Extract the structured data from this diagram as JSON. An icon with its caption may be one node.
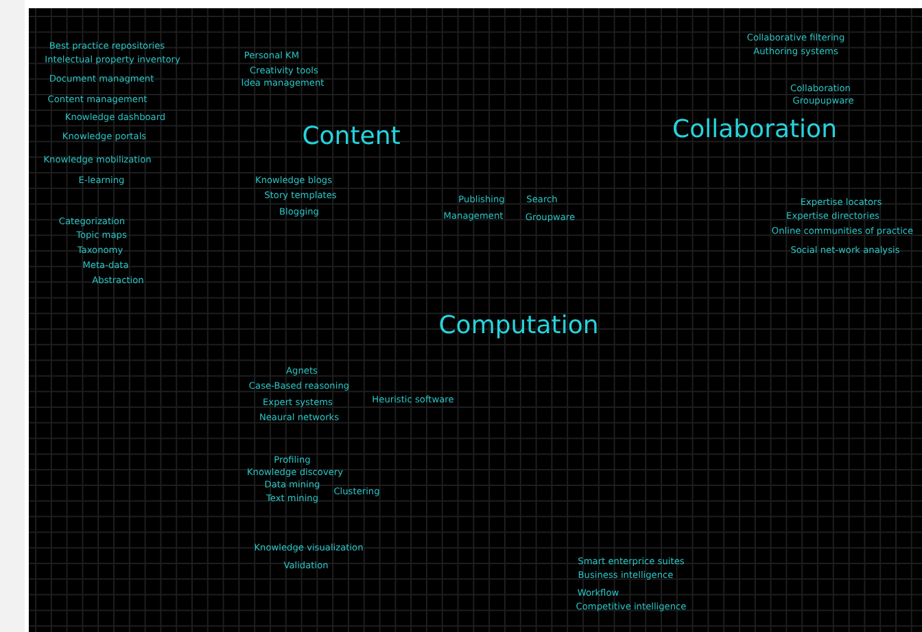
{
  "diagram": {
    "labels": [
      "Best practice repositories",
      "Intelectual property inventory",
      "Personal KM",
      "Creativity tools",
      "Idea management",
      "Collaborative filtering",
      "Authoring systems",
      "Document managment",
      "Content management",
      "Collaboration",
      "Groupupware",
      "Knowledge dashboard",
      "Content",
      "Collaboration",
      "Knowledge portals",
      "Knowledge mobilization",
      "Knowledge blogs",
      "E-learning",
      "Story templates",
      "Publishing",
      "Search",
      "Blogging",
      "Management",
      "Groupware",
      "Expertise locators",
      "Expertise directories",
      "Online communities of practice",
      "Categorization",
      "Topic maps",
      "Social net-work analysis",
      "Taxonomy",
      "Meta-data",
      "Abstraction",
      "Computation",
      "Agnets",
      "Case-Based reasoning",
      "Heuristic software",
      "Expert systems",
      "Neaural networks",
      "Profiling",
      "Knowledge discovery",
      "Data mining",
      "Clustering",
      "Text mining",
      "Knowledge visualization",
      "Validation",
      "Smart enterprice suites",
      "Business intelligence",
      "Workflow",
      "Competitive intelligence"
    ]
  }
}
